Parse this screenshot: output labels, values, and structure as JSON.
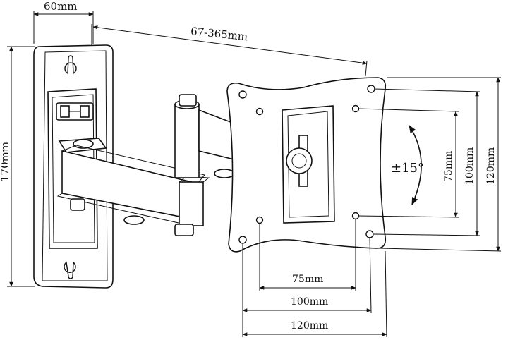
{
  "labels": {
    "plate_width": "60mm",
    "extension": "67-365mm",
    "plate_height": "170mm",
    "tilt": "±15°",
    "vesa_v_75": "75mm",
    "vesa_v_100": "100mm",
    "vesa_v_120": "120mm",
    "vesa_h_75": "75mm",
    "vesa_h_100": "100mm",
    "vesa_h_120": "120mm"
  }
}
